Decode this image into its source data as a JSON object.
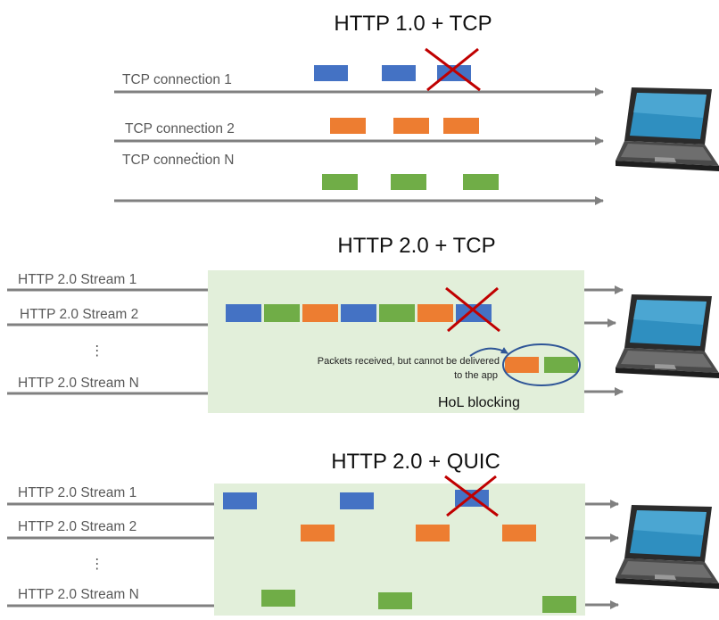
{
  "colors": {
    "blue": "#4472C4",
    "orange": "#ED7D31",
    "green": "#70AD47",
    "panel": "#E2EFDA",
    "line": "#808080",
    "cross": "#C00000"
  },
  "section1": {
    "title": "HTTP 1.0 + TCP",
    "labels": [
      "TCP connection 1",
      "TCP connection 2",
      "TCP connection N"
    ],
    "ellipsis": "⋮"
  },
  "section2": {
    "title": "HTTP 2.0 + TCP",
    "labels": [
      "HTTP 2.0 Stream 1",
      "HTTP 2.0 Stream 2",
      "HTTP 2.0 Stream N"
    ],
    "ellipsis": "⋮",
    "note_line1": "Packets received, but cannot be delivered",
    "note_line2": "to the app",
    "hol_label": "HoL blocking"
  },
  "section3": {
    "title": "HTTP 2.0 + QUIC",
    "labels": [
      "HTTP 2.0 Stream 1",
      "HTTP 2.0 Stream 2",
      "HTTP 2.0 Stream N"
    ],
    "ellipsis": "⋮"
  },
  "icons": {
    "receiver": "laptop-icon",
    "lost": "cross-icon"
  }
}
